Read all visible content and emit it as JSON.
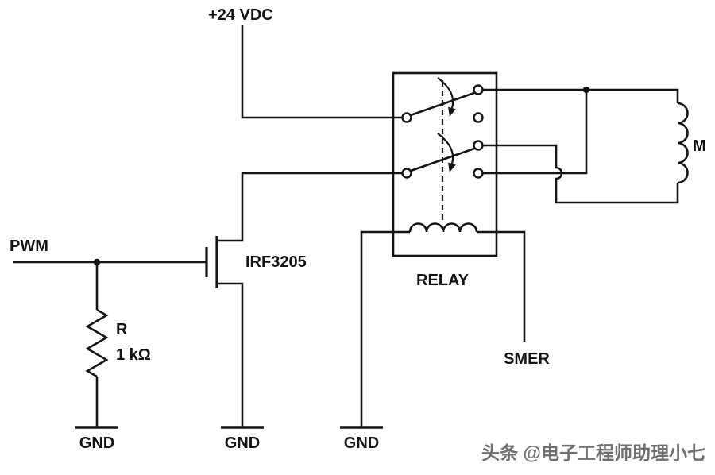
{
  "diagram": {
    "power": {
      "supply_label": "+24 VDC"
    },
    "input": {
      "pwm_label": "PWM"
    },
    "mosfet": {
      "part_number": "IRF3205"
    },
    "resistor": {
      "designator": "R",
      "value": "1 kΩ"
    },
    "relay": {
      "label": "RELAY"
    },
    "control": {
      "smer_label": "SMER"
    },
    "motor": {
      "label": "M"
    },
    "grounds": [
      "GND",
      "GND",
      "GND"
    ],
    "watermark": {
      "text": "头条 @电子工程师助理小七"
    },
    "colors": {
      "wire": "#141414",
      "background": "#ffffff",
      "watermark": "#6f6f6f"
    }
  }
}
